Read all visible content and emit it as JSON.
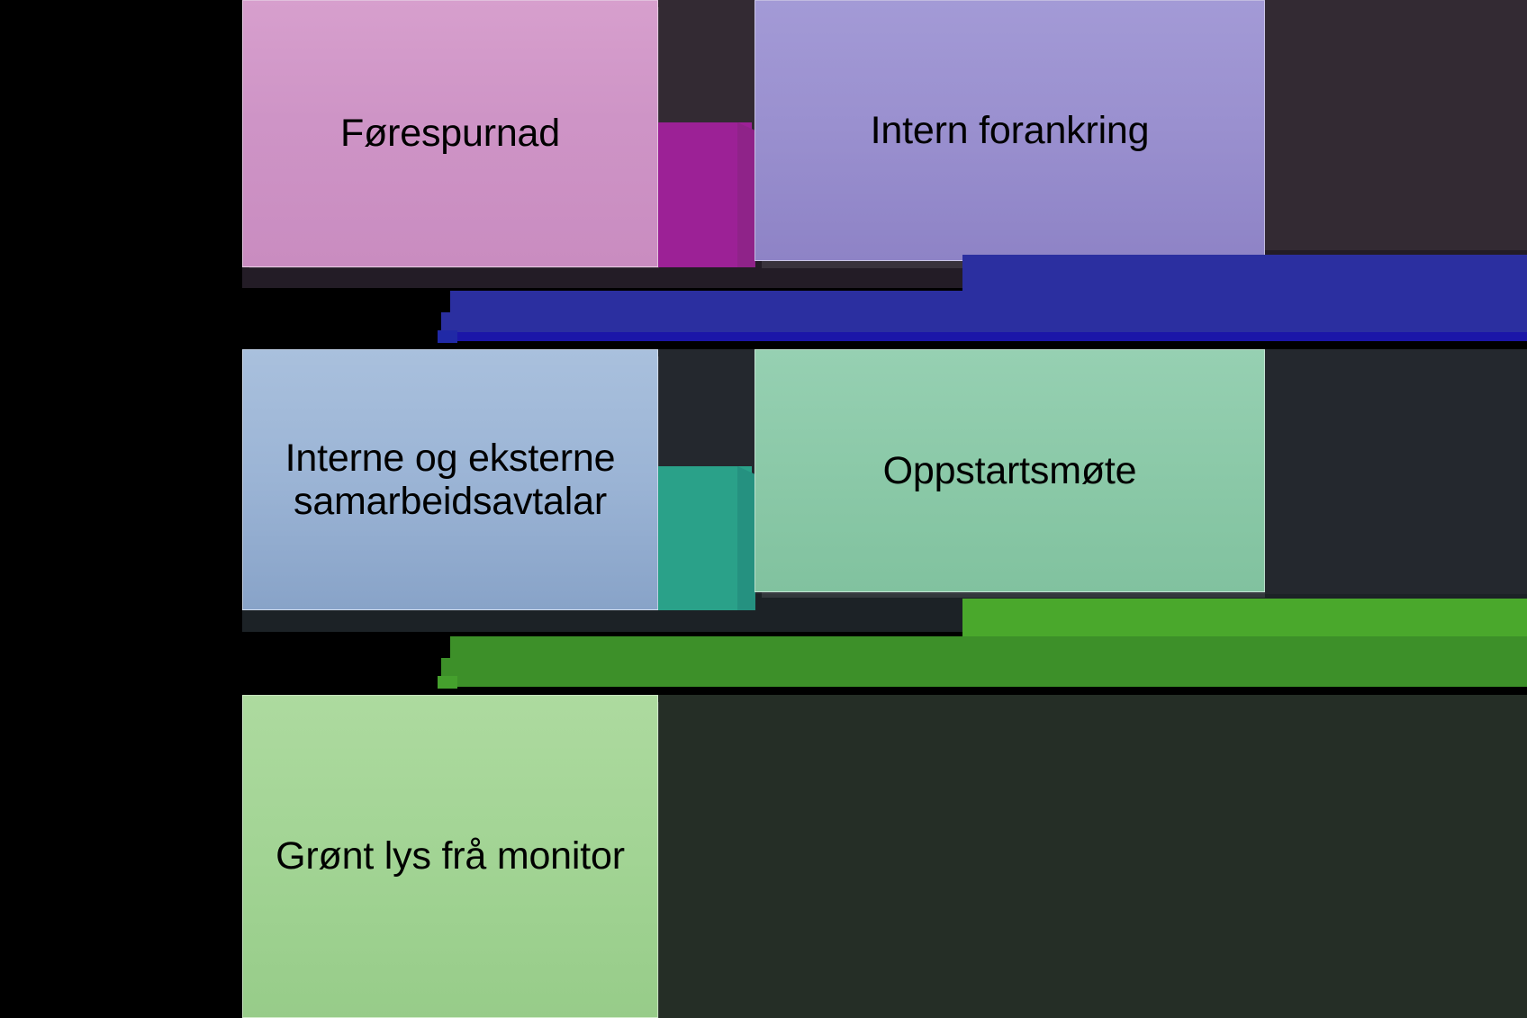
{
  "diagram": {
    "type": "flowchart",
    "title": "",
    "background_color": "#000000",
    "nodes": [
      {
        "id": "forespurnad",
        "label": "Førespurnad",
        "color": "#ce94c6",
        "row": 1,
        "column": 1
      },
      {
        "id": "intern-forankring",
        "label": "Intern forankring",
        "color": "#9a90cf",
        "row": 1,
        "column": 2
      },
      {
        "id": "samarbeidsavtalar",
        "label": "Interne og eksterne samarbeidsavtalar",
        "color": "#9bb4d5",
        "row": 2,
        "column": 1
      },
      {
        "id": "oppstartsmote",
        "label": "Oppstartsmøte",
        "color": "#8bc9a8",
        "row": 2,
        "column": 2
      },
      {
        "id": "gront-lys",
        "label": "Grønt lys frå monitor",
        "color": "#a2d494",
        "row": 3,
        "column": 1
      }
    ],
    "connectors": [
      {
        "id": "arrow-forespurnad-to-forankring",
        "from": "forespurnad",
        "to": "intern-forankring",
        "color": "#9c2196",
        "style": "straight-right"
      },
      {
        "id": "arrow-forankring-to-samarbeidsavtalar",
        "from": "intern-forankring",
        "to": "samarbeidsavtalar",
        "color": "#2b2fa0",
        "style": "elbow-wrap-left"
      },
      {
        "id": "arrow-samarbeidsavtalar-to-oppstartsmote",
        "from": "samarbeidsavtalar",
        "to": "oppstartsmote",
        "color": "#2aa189",
        "style": "straight-right"
      },
      {
        "id": "arrow-oppstartsmote-to-gront-lys",
        "from": "oppstartsmote",
        "to": "gront-lys",
        "color": "#4aa82c",
        "style": "elbow-wrap-left"
      }
    ]
  }
}
